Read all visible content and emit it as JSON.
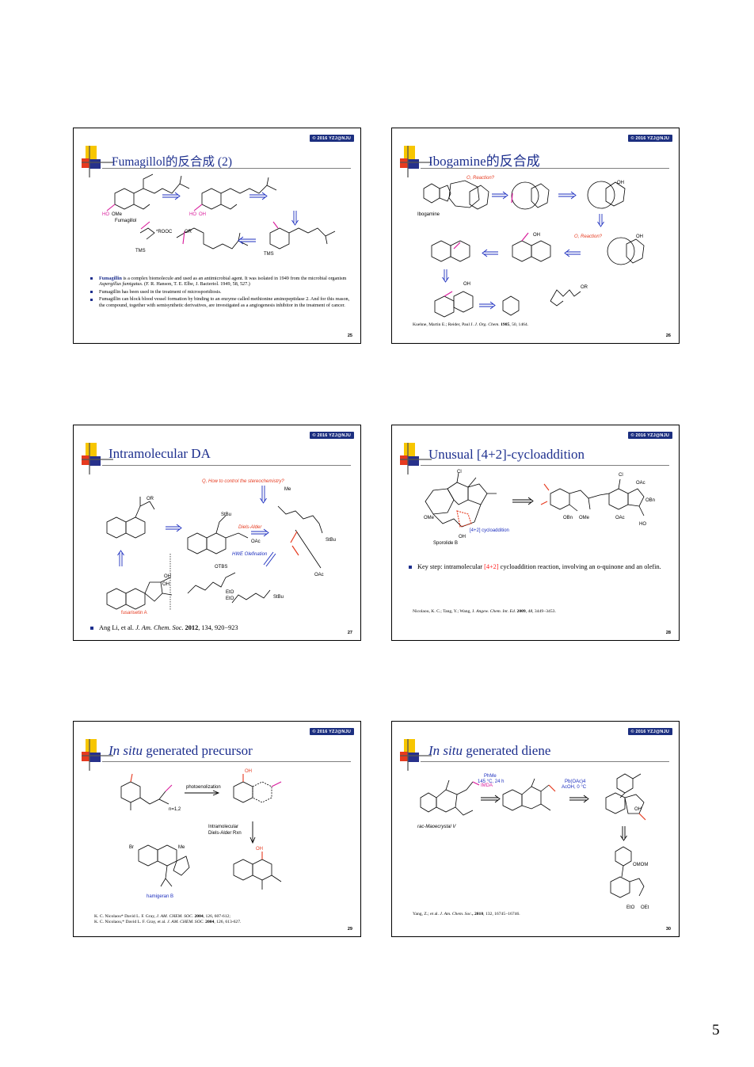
{
  "page_number": "5",
  "badge": "© 2016 YZJ@NJU",
  "slides": [
    {
      "title": "Fumagillol的反合成 (2)",
      "number": "25",
      "labels": {
        "compound": "Fumagillol",
        "tms1": "TMS",
        "tms2": "TMS",
        "rooc": "*ROOC",
        "or": "OR",
        "ho1": "HO",
        "ome": "OMe",
        "ho2": "HO",
        "oh": "OH"
      },
      "bullets": [
        {
          "name": "Fumagillin",
          "text": " is a complex biomolecule and used as an antimicrobial agent. It was isolated in 1949 from the microbial organism ",
          "italic": "Aspergillus fumigatus.",
          "tail": " (F. R. Hanson, T. E. Elbe, J. Bacteriol. 1949, 58, 527.)"
        },
        {
          "text": "Fumagillin has been used in the treatment of microsporidiosis."
        },
        {
          "text": "Fumagillin can block blood vessel formation by binding to an enzyme called methionine aminopeptidase 2. And for this reason, the compound, together with semisynthetic derivatives, are investigated as a angiogenesis inhibitor in the treatment of cancer."
        }
      ]
    },
    {
      "title": "Ibogamine的反合成",
      "number": "26",
      "labels": {
        "compound": "Ibogamine",
        "q1": "O, Reaction?",
        "q2": "O, Reaction?",
        "oh1": "OH",
        "oh2": "OH",
        "oh3": "OH",
        "oh4": "OH",
        "or": "OR"
      },
      "ref": {
        "authors": "Kuehne, Martin E.; Reider, Paul J. ",
        "journal": "J. Org. Chem.",
        "year": " 1985",
        "rest": ", 50, 1464."
      }
    },
    {
      "title": "Intramolecular DA",
      "number": "27",
      "labels": {
        "question": "Q, How to control the stereochemistry?",
        "da": "Diels-Alder",
        "hwe": "HWE Olefination",
        "compound": "fusarisetin A",
        "otbs": "OTBS",
        "stbu1": "StBu",
        "stbu2": "StBu",
        "stbu3": "StBu",
        "or": "OR",
        "oac1": "OAc",
        "oac2": "OAc",
        "oh1": "OH",
        "oh2": "OH",
        "me": "Me",
        "eto1": "EtO",
        "eto2": "EtO"
      },
      "bullet": {
        "text": "Ang Li, et al. ",
        "journal": "J. Am. Chem. Soc.",
        "year": " 2012",
        "rest": ", 134, 920−923"
      }
    },
    {
      "title": "Unusual [4+2]-cycloaddition",
      "number": "28",
      "labels": {
        "compound": "Sporolide B",
        "cyclo": "[4+2] cycloaddition",
        "cl1": "Cl",
        "cl2": "Cl",
        "oac1": "OAc",
        "oac2": "OAc",
        "obn1": "OBn",
        "obn2": "OBn",
        "ome1": "OMe",
        "ome2": "OMe",
        "oh": "OH",
        "ho": "HO"
      },
      "bullet": {
        "pre": "Key step: intramolecular ",
        "hl": "[4+2]",
        "post": " cycloaddition reaction, involving an o-quinone and an olefin."
      },
      "ref": {
        "authors": "Nicolaou, K. C.; Tang, Y.; Wang, J. ",
        "journal": "Angew. Chem. Int. Ed.",
        "year": " 2009",
        "vol": ", 48",
        "rest": ", 3449−3453."
      }
    },
    {
      "title_italic": "In situ",
      "title_rest": " generated precursor",
      "number": "29",
      "labels": {
        "photo": "photoenolization",
        "imda1": "Intramolecular",
        "imda2": "Diels-Alder Rxn",
        "compound": "hamigeran B",
        "n": "n=1,2",
        "br": "Br",
        "oh1": "OH",
        "oh2": "OH",
        "me": "Me"
      },
      "refs": [
        {
          "authors": "K. C. Nicolaou* David L. F. Gray, ",
          "journal": "J. AM. CHEM. SOC.",
          "year": " 2004",
          "rest": ", 126, 607-612;"
        },
        {
          "authors": "K. C. Nicolaou,* David L. F. Gray, et al. ",
          "journal": "J. AM. CHEM. SOC.",
          "year": " 2004",
          "rest": ", 126, 613-627."
        }
      ]
    },
    {
      "title_italic": "In situ",
      "title_rest": " generated diene",
      "number": "30",
      "labels": {
        "cond1a": "PhMe",
        "cond1b": "145 °C, 24 h",
        "cond2a": "Pb(OAc)4",
        "cond2b": "AcOH, 0 °C",
        "imda": "IMDA",
        "compound": "rac-Maoecrystal V",
        "omom": "OMOM",
        "oh": "OH",
        "eto": "EtO",
        "oet": "OEt"
      },
      "ref": {
        "authors": "Yang, Z.; et al. ",
        "journal": "J. Am. Chem. Soc.",
        "year": ", 2010",
        "rest": ", 132, 16745−16746."
      }
    }
  ]
}
